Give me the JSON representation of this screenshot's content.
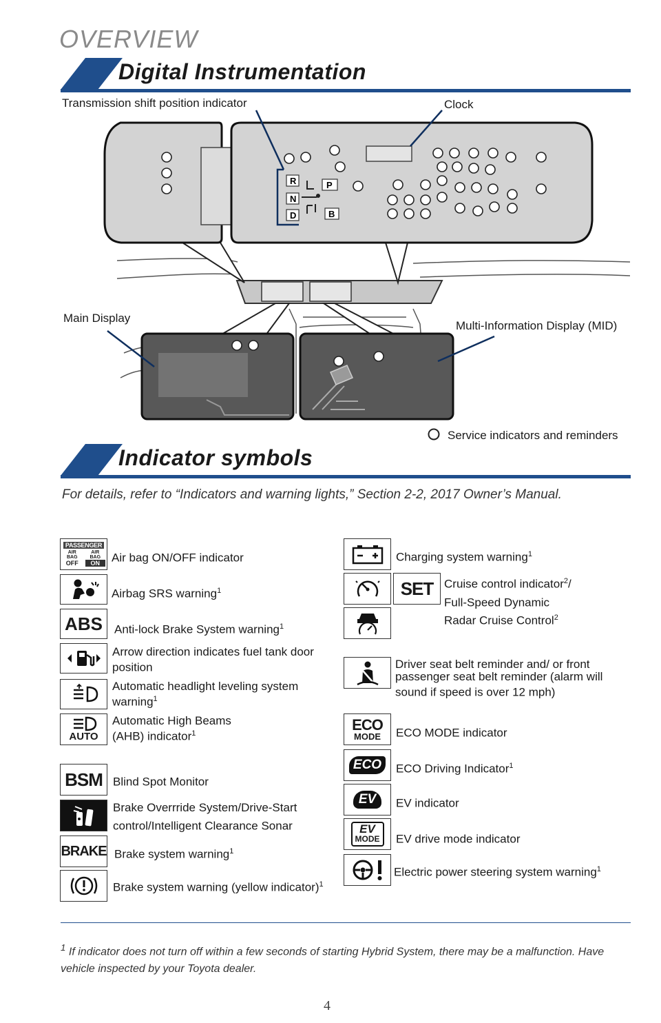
{
  "page": {
    "overview": "OVERVIEW",
    "page_number": "4"
  },
  "section1": {
    "title": "Digital Instrumentation",
    "callouts": {
      "shift": "Transmission shift position indicator",
      "clock": "Clock",
      "main_display": "Main Display",
      "mid": "Multi-Information Display (MID)",
      "legend": "Service indicators and reminders"
    },
    "shift_letters": [
      "R",
      "N",
      "D",
      "P",
      "B"
    ]
  },
  "section2": {
    "title": "Indicator symbols",
    "intro": "For details, refer to “Indicators and warning lights,” Section 2-2, 2017 Owner’s Manual."
  },
  "icons": {
    "passenger": "PASSENGER",
    "airbag": "AIR BAG",
    "off": "OFF",
    "on": "ON",
    "abs": "ABS",
    "auto": "AUTO",
    "bsm": "BSM",
    "brake": "BRAKE",
    "set": "SET",
    "eco": "ECO",
    "mode": "MODE",
    "ev": "EV"
  },
  "indicators_left": [
    {
      "text": "Air bag ON/OFF indicator",
      "sup": ""
    },
    {
      "text": "Airbag SRS warning",
      "sup": "1"
    },
    {
      "text": "Anti-lock Brake System warning",
      "sup": "1"
    },
    {
      "text": "Arrow direction indicates fuel tank door position",
      "sup": ""
    },
    {
      "text": "Automatic headlight leveling system warning",
      "sup": "1"
    },
    {
      "text": "Automatic High Beams (AHB) indicator",
      "sup": "1"
    },
    {
      "text": "Blind Spot Monitor",
      "sup": ""
    },
    {
      "text": "Brake Overrride System/Drive-Start control/Intelligent Clearance Sonar",
      "sup": ""
    },
    {
      "text": "Brake system warning",
      "sup": "1"
    },
    {
      "text": "Brake system warning (yellow indicator)",
      "sup": "1"
    }
  ],
  "indicators_right": [
    {
      "text": "Charging system warning",
      "sup": "1"
    },
    {
      "text": "Cruise control indicator",
      "sup": "2"
    },
    {
      "text": "Full-Speed Dynamic",
      "sup": ""
    },
    {
      "text": "Radar Cruise Control",
      "sup": "2"
    },
    {
      "text": "Driver seat belt reminder and/ or front passenger seat belt reminder (alarm will sound if speed is over 12 mph)",
      "sup": ""
    },
    {
      "text": "ECO MODE indicator",
      "sup": ""
    },
    {
      "text": "ECO Driving Indicator",
      "sup": "1"
    },
    {
      "text": "EV indicator",
      "sup": ""
    },
    {
      "text": "EV drive mode indicator",
      "sup": ""
    },
    {
      "text": "Electric power steering system warning",
      "sup": "1"
    }
  ],
  "footnote": {
    "marker": "1",
    "text": "If indicator does not turn off within a few seconds of starting Hybrid System, there may be a malfunction. Have vehicle inspected by your Toyota dealer."
  }
}
